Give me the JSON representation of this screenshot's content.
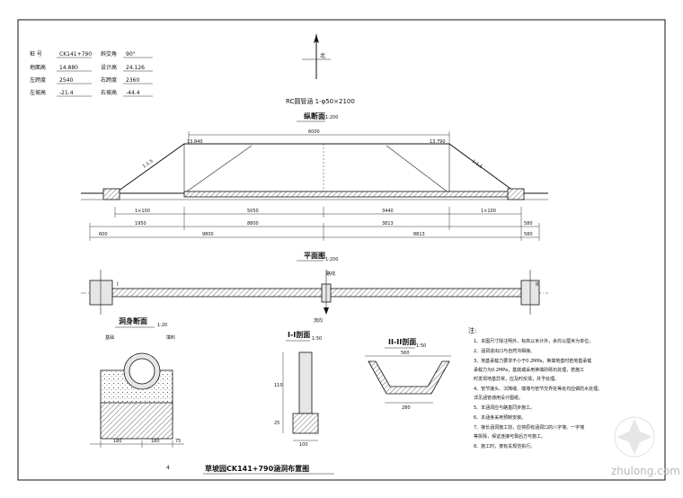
{
  "info_block": {
    "r1_label": "桩  号",
    "r1_value": "CK141+790",
    "r1_label2": "斜交角",
    "r1_value2": "90°",
    "r2_label": "地面高",
    "r2_value": "14.880",
    "r2_label2": "设计高",
    "r2_value2": "24.126",
    "r3_label": "左跨度",
    "r3_value": "2540",
    "r3_label2": "右跨度",
    "r3_value2": "2360",
    "r4_label": "左坡高",
    "r4_value": "-21.4",
    "r4_label2": "右坡高",
    "r4_value2": "-44.4"
  },
  "north_label": "北",
  "pipe_title": "RC圆管涵 1-φ50×2100",
  "longitudinal": {
    "title": "纵断面",
    "scale": "1:200",
    "top_width": "6000",
    "elev_left": "13.840",
    "elev_right": "13.790",
    "slope_left": "1:1.5",
    "slope_right": "1:1.5",
    "dims_row1": [
      "1×100",
      "5050",
      "3440",
      "1×100"
    ],
    "dims_row2": [
      "1950",
      "8800",
      "3813",
      "580"
    ],
    "dims_row3": [
      "600",
      "9800",
      "8813",
      "580"
    ]
  },
  "plan": {
    "title": "平面图",
    "scale": "1:200",
    "center_label": "路线",
    "flow_label": "流向",
    "section_left": "I",
    "section_right": "II"
  },
  "culvert_section": {
    "title": "洞身断面",
    "scale": "1:20",
    "label_left": "基础",
    "label_right": "填料",
    "dim_bottom_1": "180",
    "dim_bottom_2": "180",
    "dim_bottom_3": "75"
  },
  "section_1": {
    "title": "I-I剖面",
    "scale": "1:50",
    "dim_a": "110",
    "dim_b": "25",
    "dim_bottom": "100"
  },
  "section_2": {
    "title": "II-II剖面",
    "scale": "1:50",
    "dim_top": "560",
    "dim_bottom": "280"
  },
  "notes": {
    "heading": "注:",
    "items": [
      "1、本图尺寸除注明外，标高以米计外，余均以厘米为单位。",
      "2、涵洞进出口与自然沟相接。",
      "3、地基承载力要求不小于0.2MPa，换填地基时若地基承载",
      "   承载力为0.2MPa，基底或采用换填砂砾石处理，若施工",
      "   时发现地基异常，应及时反馈，并予处理。",
      "4、管节接头、沉降缝、端墙与管节交界处等处均应做防水处理。",
      "   详见涵管通用设计图纸。",
      "5、本涵洞应与路基同步施工。",
      "6、本涵身采用预制安装。",
      "7、接长涵洞施工前，应将原有涵洞口的八字墙、一字墙",
      "   等拆除，保证连接可靠后方可施工。",
      "8、施工时，按有关规范执行。"
    ]
  },
  "drawing_title": "草坡园CK141+790涵洞布置图",
  "page_marker": "4",
  "watermark": "zhulong.com"
}
